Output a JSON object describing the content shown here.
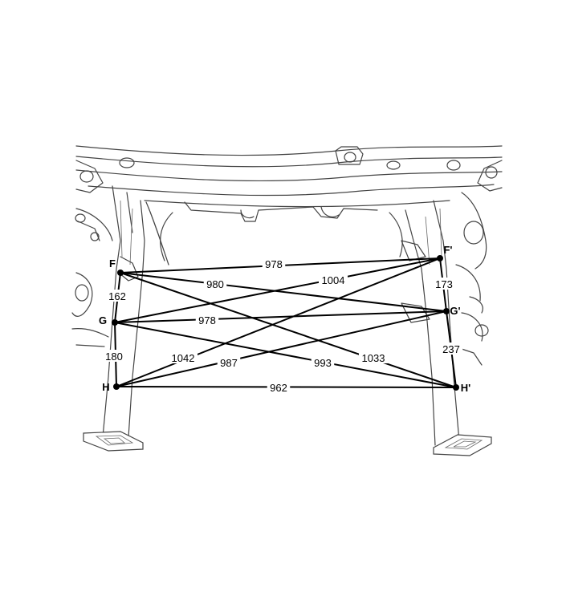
{
  "points": [
    {
      "id": "F",
      "label": "F"
    },
    {
      "id": "G",
      "label": "G"
    },
    {
      "id": "H",
      "label": "H"
    },
    {
      "id": "F2",
      "label": "F'"
    },
    {
      "id": "G2",
      "label": "G'"
    },
    {
      "id": "H2",
      "label": "H'"
    }
  ],
  "dimensions": [
    {
      "from": "F",
      "to": "F2",
      "value": "978"
    },
    {
      "from": "F",
      "to": "G2",
      "value": "980"
    },
    {
      "from": "F",
      "to": "H2",
      "value": "1033"
    },
    {
      "from": "F",
      "to": "G",
      "value": "162"
    },
    {
      "from": "G",
      "to": "F2",
      "value": "1004"
    },
    {
      "from": "G",
      "to": "G2",
      "value": "978"
    },
    {
      "from": "G",
      "to": "H2",
      "value": "993"
    },
    {
      "from": "G",
      "to": "H",
      "value": "180"
    },
    {
      "from": "H",
      "to": "F2",
      "value": "1042"
    },
    {
      "from": "H",
      "to": "G2",
      "value": "987"
    },
    {
      "from": "H",
      "to": "H2",
      "value": "962"
    },
    {
      "from": "F2",
      "to": "G2",
      "value": "173"
    },
    {
      "from": "G2",
      "to": "H2",
      "value": "237"
    }
  ]
}
